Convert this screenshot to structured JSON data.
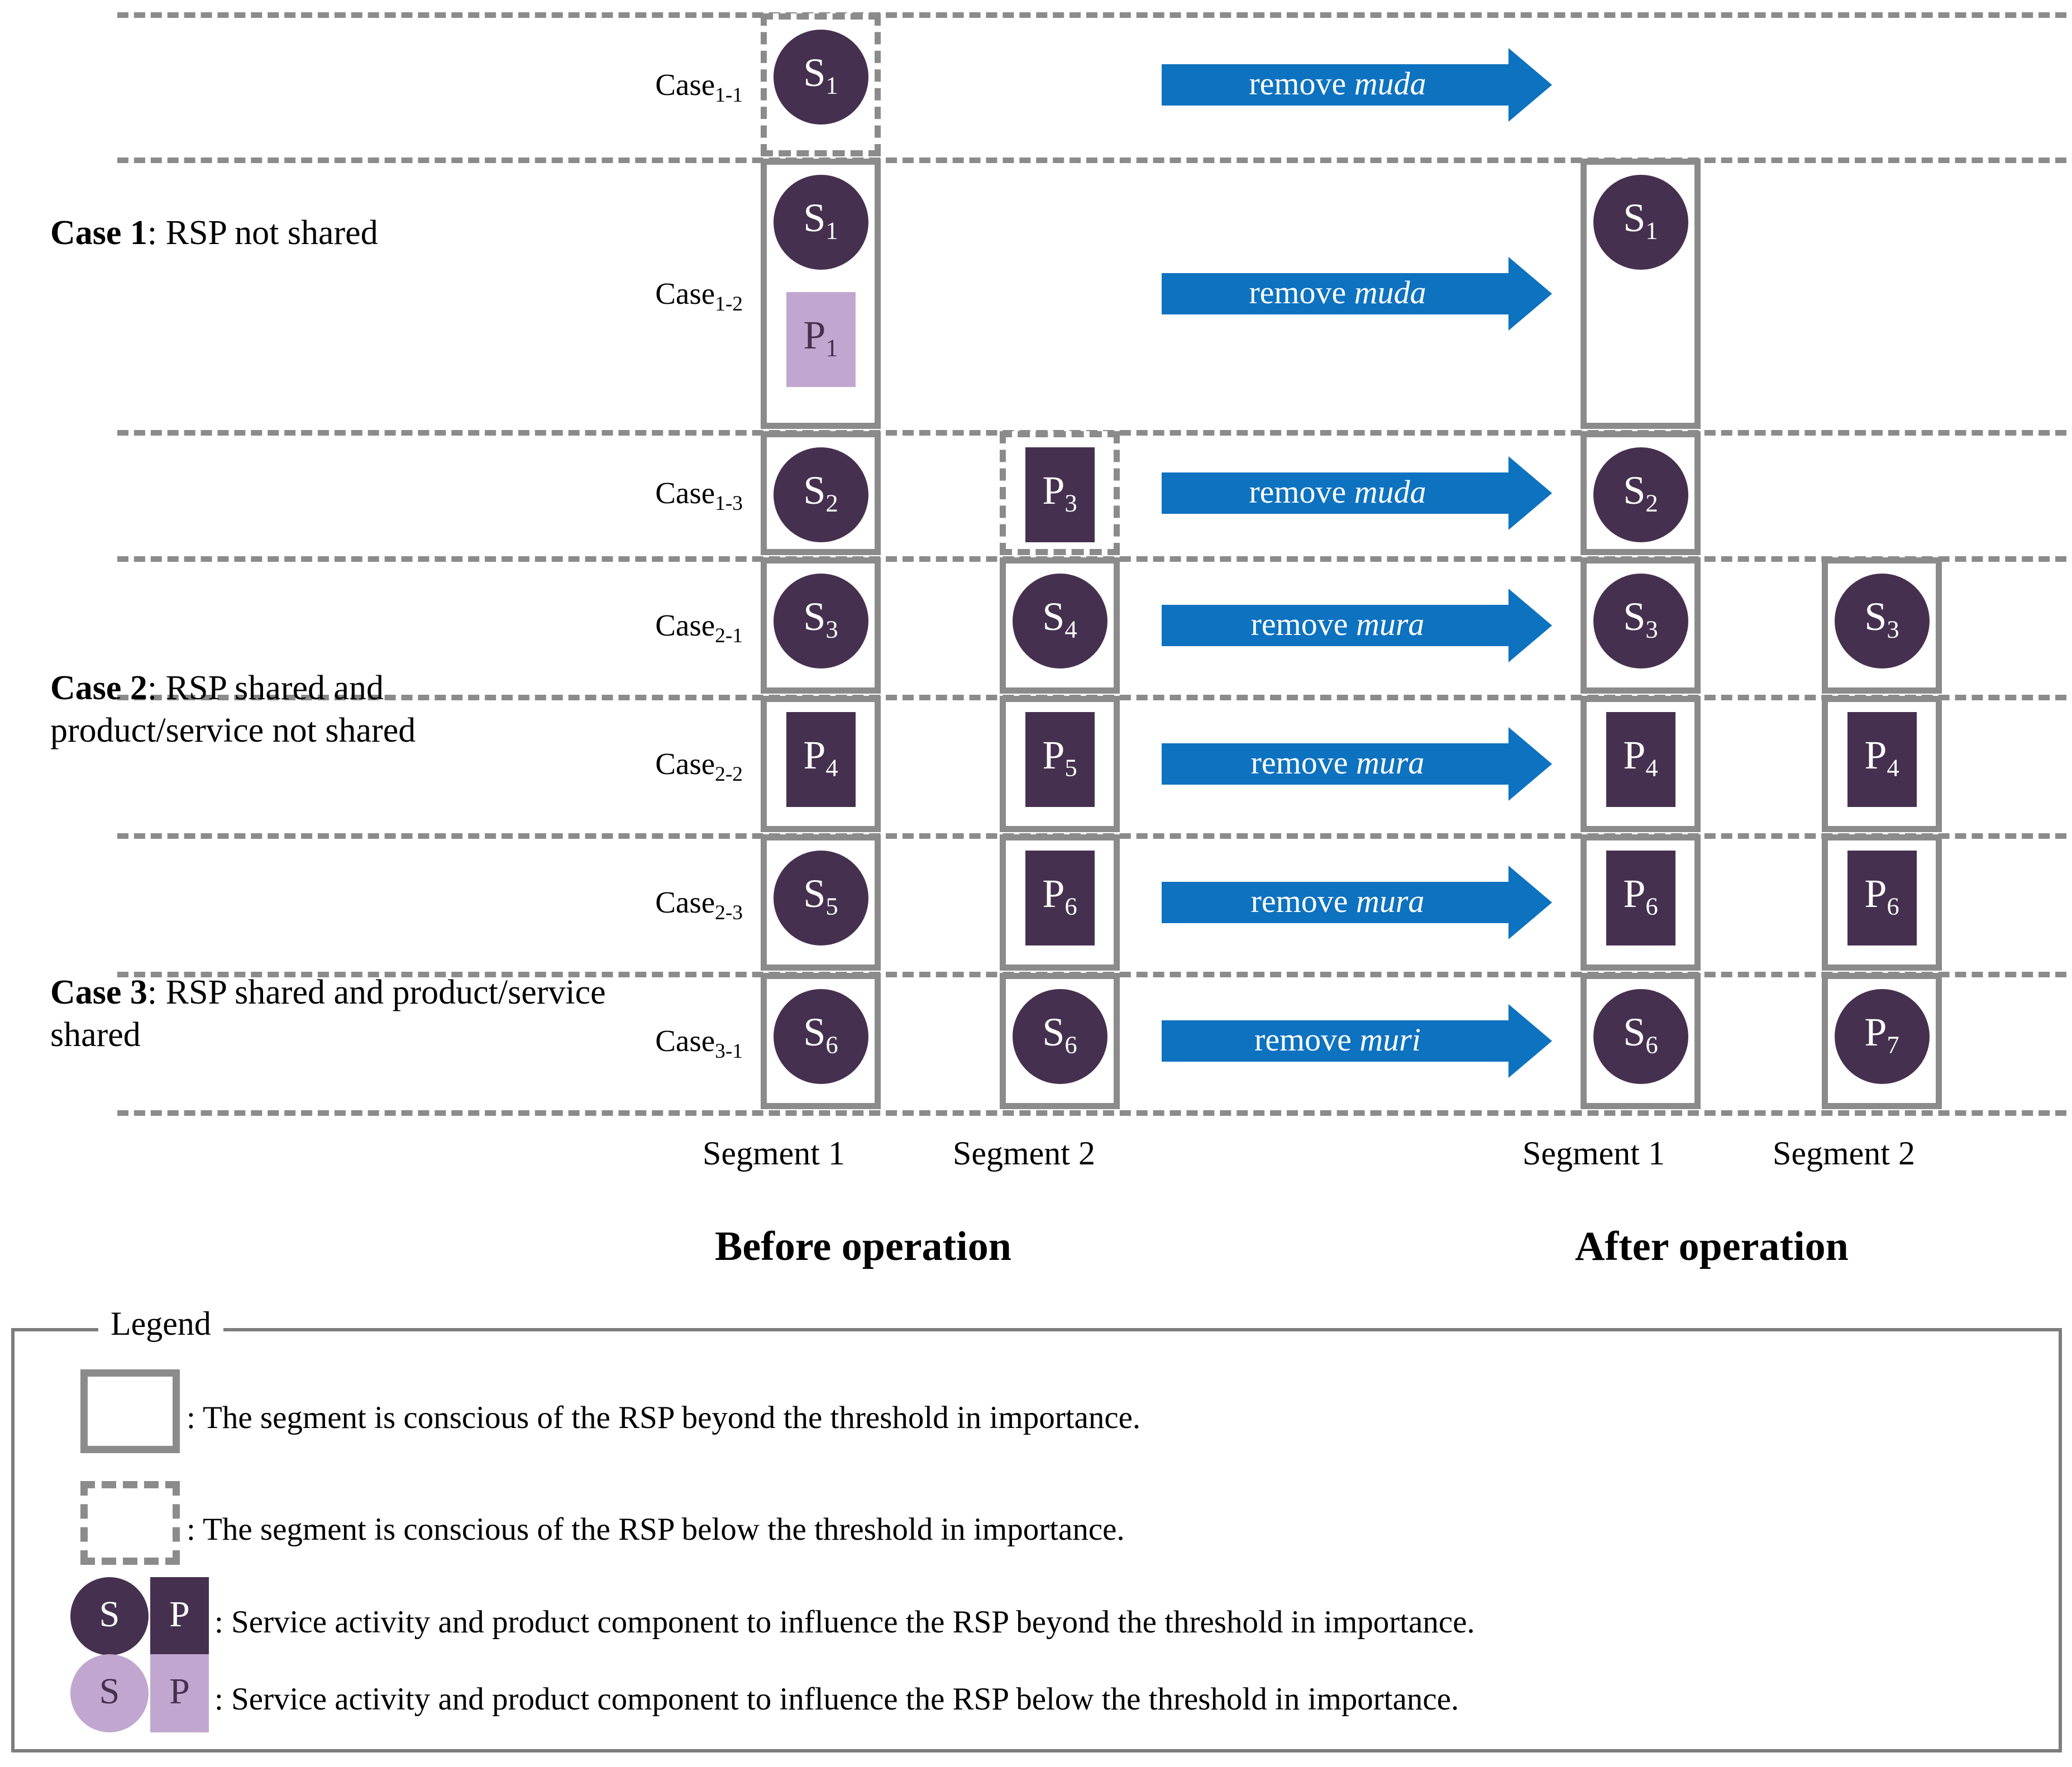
{
  "colors": {
    "dark_purple": "#46304f",
    "light_purple": "#c1a7d0",
    "arrow_blue": "#0d72c0",
    "border_gray": "#8b8b8b"
  },
  "case_groups": [
    {
      "id": "case1",
      "prefix": "Case 1",
      "rest": ": RSP not shared"
    },
    {
      "id": "case2",
      "prefix": "Case 2",
      "rest": ": RSP shared and product/service not shared"
    },
    {
      "id": "case3",
      "prefix": "Case 3",
      "rest": ": RSP shared and product/service shared"
    }
  ],
  "rows": [
    {
      "id": "case1-1",
      "label_main": "Case",
      "label_sub": "1-1",
      "before_seg1": {
        "border": "dashed",
        "tokens": [
          {
            "shape": "circle",
            "tone": "dark",
            "letter": "S",
            "index": "1"
          }
        ]
      },
      "before_seg2": null,
      "arrow": {
        "verb": "remove",
        "term": "muda"
      },
      "after_seg1": null,
      "after_seg2": null
    },
    {
      "id": "case1-2",
      "label_main": "Case",
      "label_sub": "1-2",
      "before_seg1": {
        "border": "solid",
        "tokens": [
          {
            "shape": "circle",
            "tone": "dark",
            "letter": "S",
            "index": "1"
          },
          {
            "shape": "square",
            "tone": "light",
            "letter": "P",
            "index": "1"
          }
        ]
      },
      "before_seg2": null,
      "arrow": {
        "verb": "remove",
        "term": "muda"
      },
      "after_seg1": {
        "border": "solid",
        "tokens": [
          {
            "shape": "circle",
            "tone": "dark",
            "letter": "S",
            "index": "1"
          }
        ]
      },
      "after_seg2": null
    },
    {
      "id": "case1-3",
      "label_main": "Case",
      "label_sub": "1-3",
      "before_seg1": {
        "border": "solid",
        "tokens": [
          {
            "shape": "circle",
            "tone": "dark",
            "letter": "S",
            "index": "2"
          }
        ]
      },
      "before_seg2": {
        "border": "dashed",
        "tokens": [
          {
            "shape": "square",
            "tone": "dark",
            "letter": "P",
            "index": "3"
          }
        ]
      },
      "arrow": {
        "verb": "remove",
        "term": "muda"
      },
      "after_seg1": {
        "border": "solid",
        "tokens": [
          {
            "shape": "circle",
            "tone": "dark",
            "letter": "S",
            "index": "2"
          }
        ]
      },
      "after_seg2": null
    },
    {
      "id": "case2-1",
      "label_main": "Case",
      "label_sub": "2-1",
      "before_seg1": {
        "border": "solid",
        "tokens": [
          {
            "shape": "circle",
            "tone": "dark",
            "letter": "S",
            "index": "3"
          }
        ]
      },
      "before_seg2": {
        "border": "solid",
        "tokens": [
          {
            "shape": "circle",
            "tone": "dark",
            "letter": "S",
            "index": "4"
          }
        ]
      },
      "arrow": {
        "verb": "remove",
        "term": "mura"
      },
      "after_seg1": {
        "border": "solid",
        "tokens": [
          {
            "shape": "circle",
            "tone": "dark",
            "letter": "S",
            "index": "3"
          }
        ]
      },
      "after_seg2": {
        "border": "solid",
        "tokens": [
          {
            "shape": "circle",
            "tone": "dark",
            "letter": "S",
            "index": "3"
          }
        ]
      }
    },
    {
      "id": "case2-2",
      "label_main": "Case",
      "label_sub": "2-2",
      "before_seg1": {
        "border": "solid",
        "tokens": [
          {
            "shape": "square",
            "tone": "dark",
            "letter": "P",
            "index": "4"
          }
        ]
      },
      "before_seg2": {
        "border": "solid",
        "tokens": [
          {
            "shape": "square",
            "tone": "dark",
            "letter": "P",
            "index": "5"
          }
        ]
      },
      "arrow": {
        "verb": "remove",
        "term": "mura"
      },
      "after_seg1": {
        "border": "solid",
        "tokens": [
          {
            "shape": "square",
            "tone": "dark",
            "letter": "P",
            "index": "4"
          }
        ]
      },
      "after_seg2": {
        "border": "solid",
        "tokens": [
          {
            "shape": "square",
            "tone": "dark",
            "letter": "P",
            "index": "4"
          }
        ]
      }
    },
    {
      "id": "case2-3",
      "label_main": "Case",
      "label_sub": "2-3",
      "before_seg1": {
        "border": "solid",
        "tokens": [
          {
            "shape": "circle",
            "tone": "dark",
            "letter": "S",
            "index": "5"
          }
        ]
      },
      "before_seg2": {
        "border": "solid",
        "tokens": [
          {
            "shape": "square",
            "tone": "dark",
            "letter": "P",
            "index": "6"
          }
        ]
      },
      "arrow": {
        "verb": "remove",
        "term": "mura"
      },
      "after_seg1": {
        "border": "solid",
        "tokens": [
          {
            "shape": "square",
            "tone": "dark",
            "letter": "P",
            "index": "6"
          }
        ]
      },
      "after_seg2": {
        "border": "solid",
        "tokens": [
          {
            "shape": "square",
            "tone": "dark",
            "letter": "P",
            "index": "6"
          }
        ]
      }
    },
    {
      "id": "case3-1",
      "label_main": "Case",
      "label_sub": "3-1",
      "before_seg1": {
        "border": "solid",
        "tokens": [
          {
            "shape": "circle",
            "tone": "dark",
            "letter": "S",
            "index": "6"
          }
        ]
      },
      "before_seg2": {
        "border": "solid",
        "tokens": [
          {
            "shape": "circle",
            "tone": "dark",
            "letter": "S",
            "index": "6"
          }
        ]
      },
      "arrow": {
        "verb": "remove",
        "term": "muri"
      },
      "after_seg1": {
        "border": "solid",
        "tokens": [
          {
            "shape": "circle",
            "tone": "dark",
            "letter": "S",
            "index": "6"
          }
        ]
      },
      "after_seg2": {
        "border": "solid",
        "tokens": [
          {
            "shape": "circle",
            "tone": "dark",
            "letter": "P",
            "index": "7"
          }
        ]
      }
    }
  ],
  "captions": {
    "before_seg1": "Segment 1",
    "before_seg2": "Segment 2",
    "after_seg1": "Segment 1",
    "after_seg2": "Segment 2",
    "before_title": "Before operation",
    "after_title": "After operation"
  },
  "legend": {
    "title": "Legend",
    "entries": [
      {
        "kind": "box-solid",
        "text": ": The segment is conscious of the RSP beyond the threshold in importance."
      },
      {
        "kind": "box-dashed",
        "text": ": The segment is conscious of the RSP below the threshold in importance."
      },
      {
        "kind": "tokens-dark",
        "circle_letter": "S",
        "square_letter": "P",
        "text": ": Service activity and product component to influence the RSP beyond the threshold in importance."
      },
      {
        "kind": "tokens-light",
        "circle_letter": "S",
        "square_letter": "P",
        "text": ": Service activity and product component to influence the RSP below the threshold in importance."
      }
    ]
  }
}
